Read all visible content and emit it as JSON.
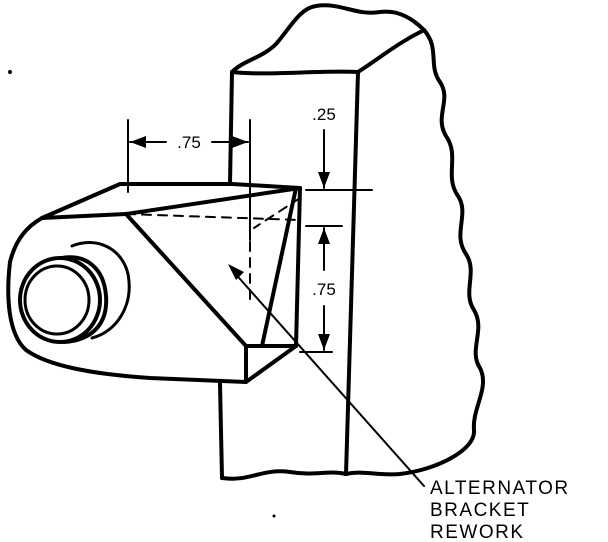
{
  "dimensions": {
    "top_width": ".75",
    "upper_gap": ".25",
    "vertical_height": ".75"
  },
  "callout": {
    "line1": "ALTERNATOR",
    "line2": "BRACKET",
    "line3": "REWORK"
  }
}
